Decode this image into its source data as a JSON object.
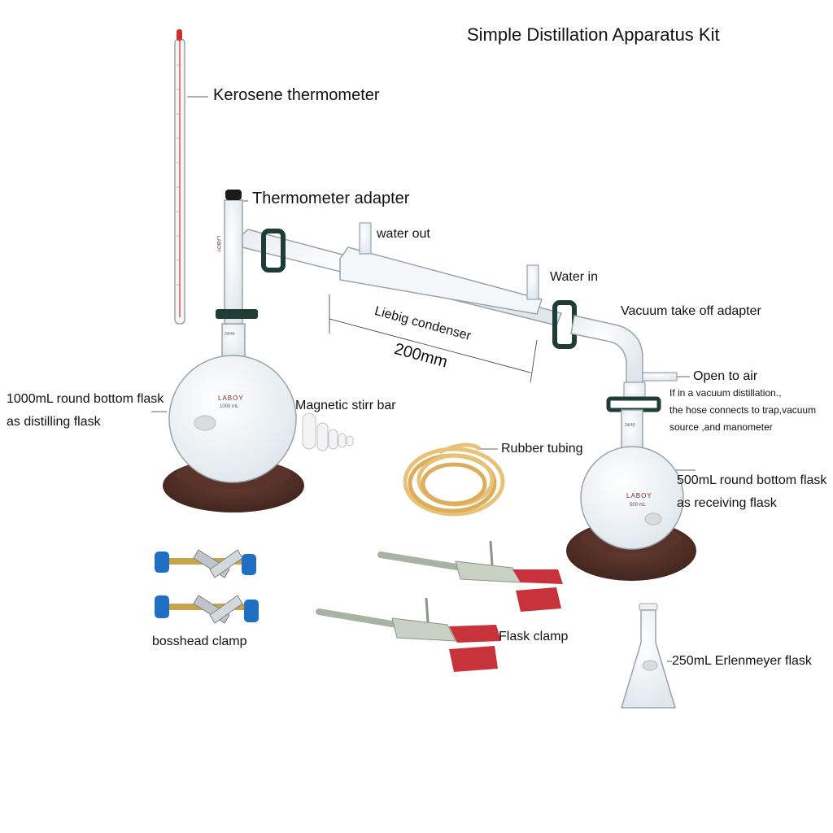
{
  "title": "Simple Distillation Apparatus Kit",
  "brand": "LABOY",
  "flask_markings": {
    "large_volume": "1000 mL",
    "small_volume": "500 mL",
    "joint": "24/40"
  },
  "labels": {
    "thermometer": "Kerosene thermometer",
    "thermometer_adapter": "Thermometer adapter",
    "water_out": "water out",
    "water_in": "Water in",
    "condenser": "Liebig condenser",
    "condenser_length": "200mm",
    "vacuum_adapter": "Vacuum take off adapter",
    "open_to_air": "Open to air",
    "vacuum_note_1": "If in a vacuum distillation.,",
    "vacuum_note_2": "the hose connects to trap,vacuum",
    "vacuum_note_3": "source ,and manometer",
    "distilling_flask_1": "1000mL round bottom flask",
    "distilling_flask_2": "as distilling flask",
    "stir_bar": "Magnetic stirr bar",
    "rubber_tubing": "Rubber tubing",
    "receiving_flask_1": "500mL round bottom flask",
    "receiving_flask_2": "as receiving flask",
    "bosshead_clamp": "bosshead clamp",
    "flask_clamp": "Flask clamp",
    "erlenmeyer": "250mL Erlenmeyer flask"
  },
  "colors": {
    "glass_stroke": "#9aa3ab",
    "glass_fill": "#eef3f6",
    "cork_ring": "#4a2a22",
    "keck_clip": "#1f3d34",
    "tubing": "#e9c27a",
    "clamp_pad": "#c8323a",
    "knob_blue": "#1f6fc4",
    "thermo_red": "#d42a2a"
  }
}
